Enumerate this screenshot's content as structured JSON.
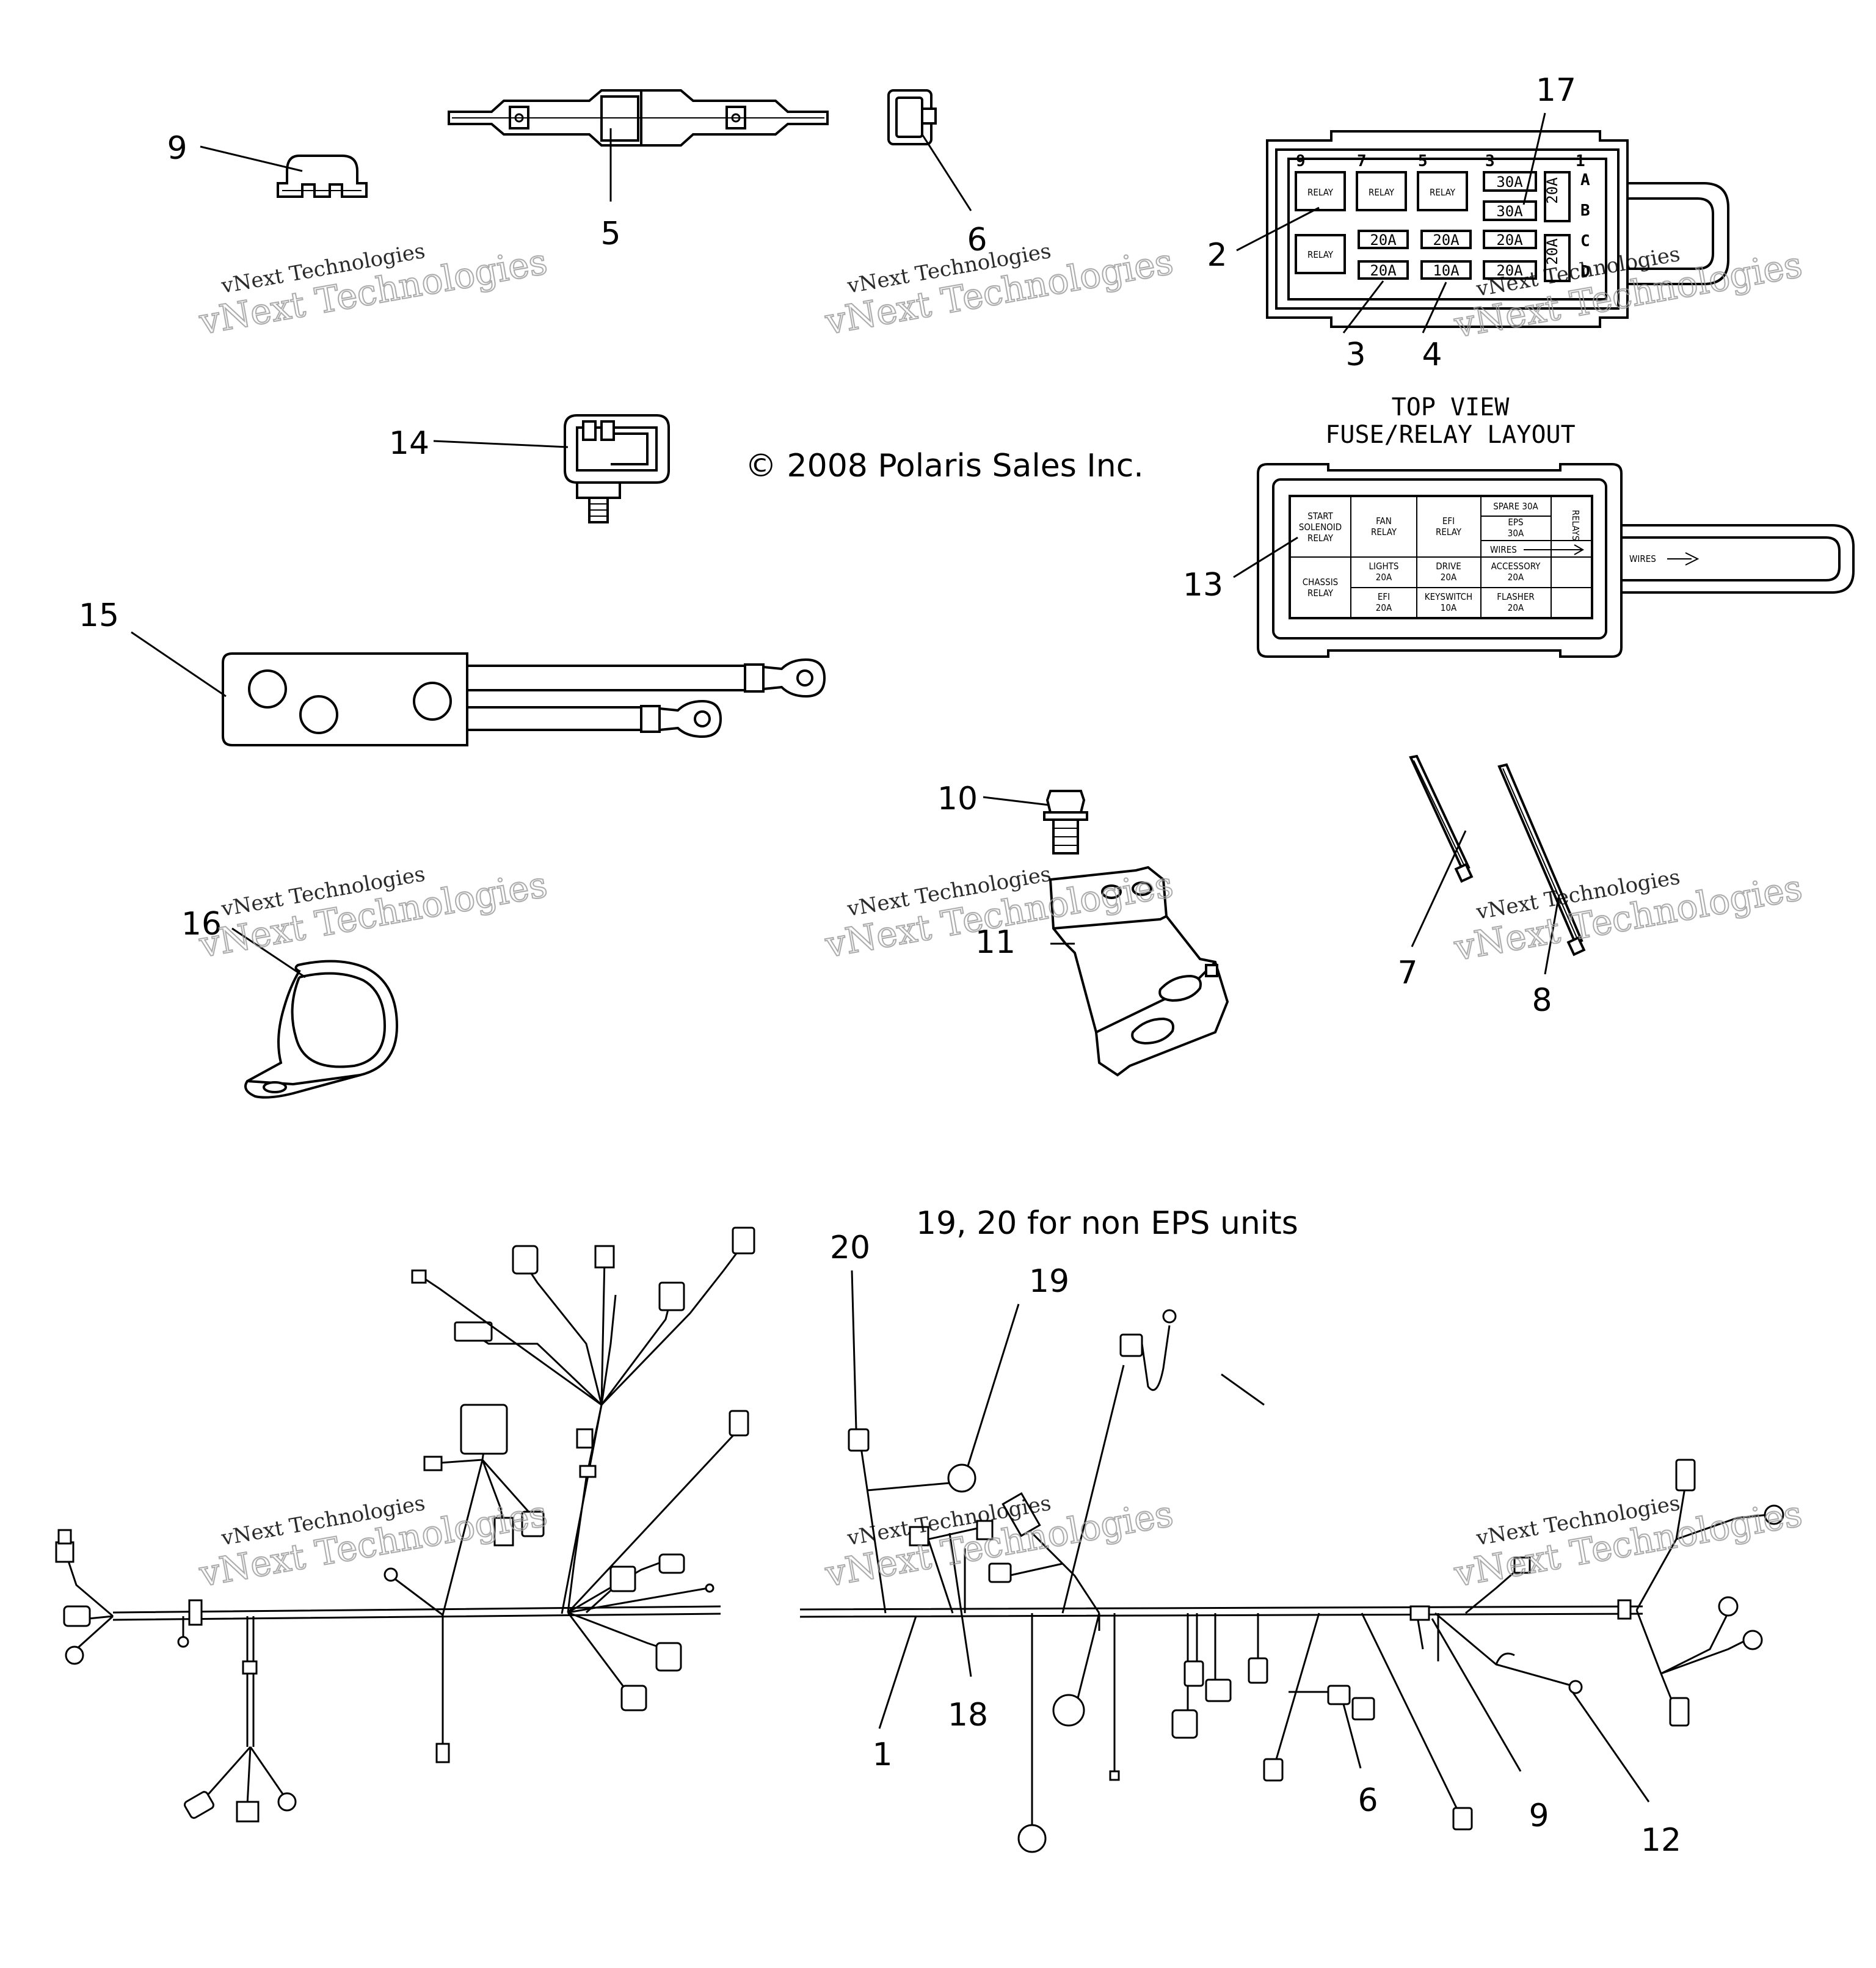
{
  "copyright": "© 2008 Polaris Sales Inc.",
  "note_top_view_line1": "TOP VIEW",
  "note_top_view_line2": "FUSE/RELAY LAYOUT",
  "note_non_eps": "19, 20 for non EPS units",
  "watermark": {
    "line1": "vNext Technologies",
    "line2": "vNext Technologies"
  },
  "callouts": {
    "n1": "1",
    "n2": "2",
    "n3": "3",
    "n4": "4",
    "n5": "5",
    "n6a": "6",
    "n6b": "6",
    "n7": "7",
    "n8": "8",
    "n9a": "9",
    "n9b": "9",
    "n10": "10",
    "n11": "11",
    "n12": "12",
    "n13": "13",
    "n14": "14",
    "n15": "15",
    "n16": "16",
    "n17": "17",
    "n18": "18",
    "n19": "19",
    "n20": "20"
  },
  "fuse_box_top": {
    "slot_numbers": [
      "9",
      "7",
      "5",
      "3",
      "1"
    ],
    "row_letters": [
      "A",
      "B",
      "C",
      "D"
    ],
    "relay_label": "RELAY",
    "fuses_row1": [
      "30A",
      "30A"
    ],
    "fuses_side": "20A",
    "fuses_row2": [
      "20A",
      "20A",
      "20A"
    ],
    "fuses_row3": [
      "20A",
      "10A",
      "20A"
    ],
    "fuse_d": "20A"
  },
  "fuse_layout": {
    "start_solenoid": [
      "START",
      "SOLENOID",
      "RELAY"
    ],
    "fan_relay": [
      "FAN",
      "RELAY"
    ],
    "efi_relay": [
      "EFI",
      "RELAY"
    ],
    "spare": "SPARE 30A",
    "eps": [
      "EPS",
      "30A"
    ],
    "chassis_relay": [
      "CHASSIS",
      "RELAY"
    ],
    "lights": [
      "LIGHTS",
      "20A"
    ],
    "drive": [
      "DRIVE",
      "20A"
    ],
    "accessory": [
      "ACCESSORY",
      "20A"
    ],
    "efi_fuse": [
      "EFI",
      "20A"
    ],
    "keyswitch": [
      "KEYSWITCH",
      "10A"
    ],
    "flasher": [
      "FLASHER",
      "20A"
    ],
    "wires": "WIRES",
    "wires_tab": "WIRES",
    "side_label": "RELAYS"
  },
  "colors": {
    "ink": "#000000",
    "paper": "#ffffff",
    "watermark_outline": "#9a9a9a"
  }
}
